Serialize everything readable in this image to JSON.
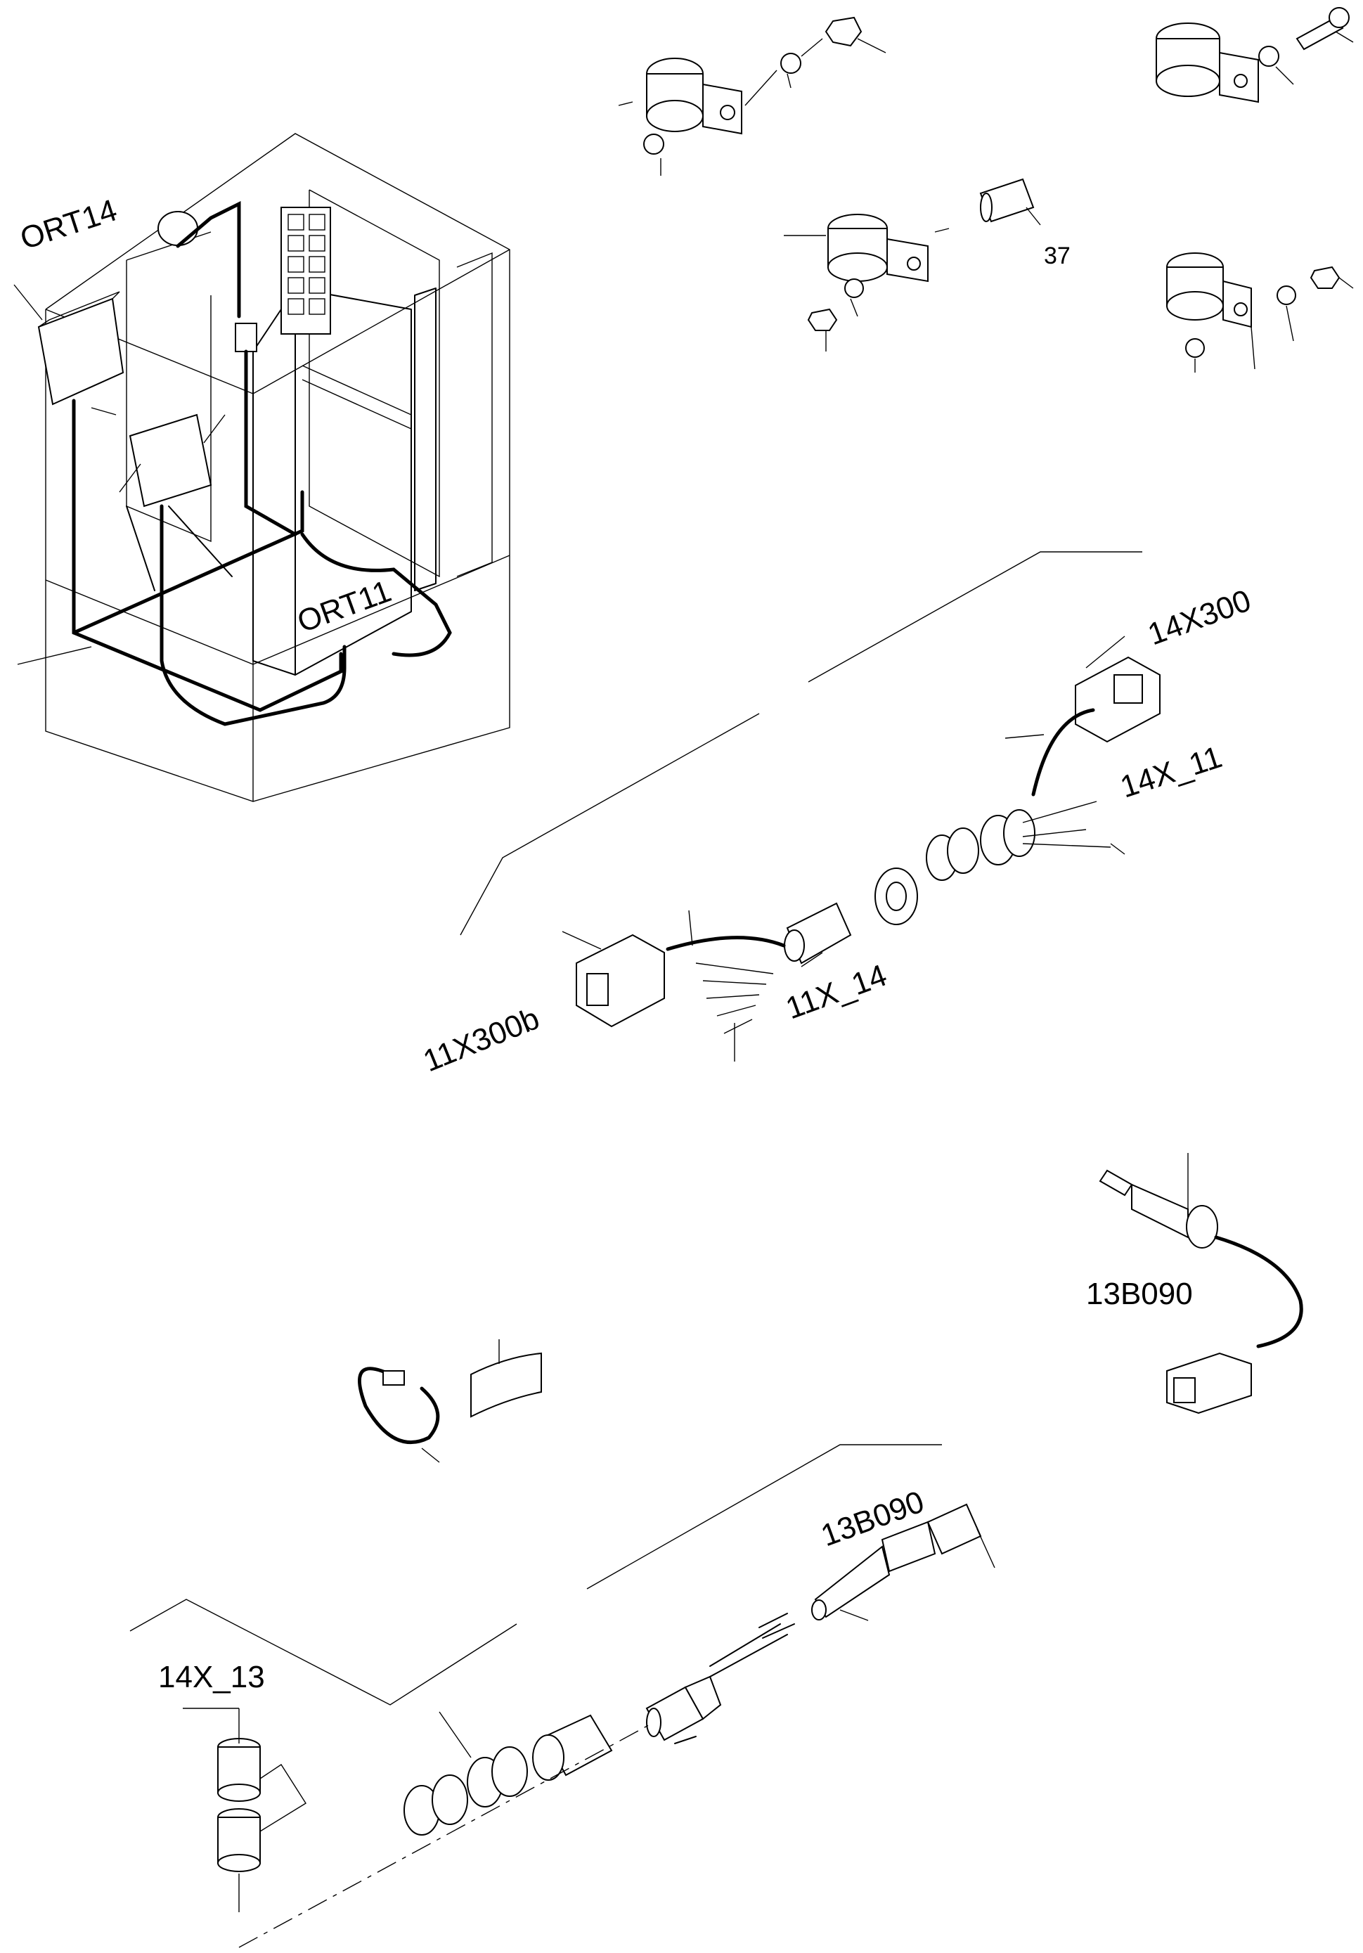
{
  "labels": {
    "ort14": "ORT14",
    "ort11": "ORT11",
    "x14_300": "14X300",
    "x14_11": "14X_11",
    "x11_300b": "11X300b",
    "x11_14": "11X_14",
    "b13_090_a": "13B090",
    "b13_090_b": "13B090",
    "x14_13": "14X_13",
    "item37": "37"
  }
}
